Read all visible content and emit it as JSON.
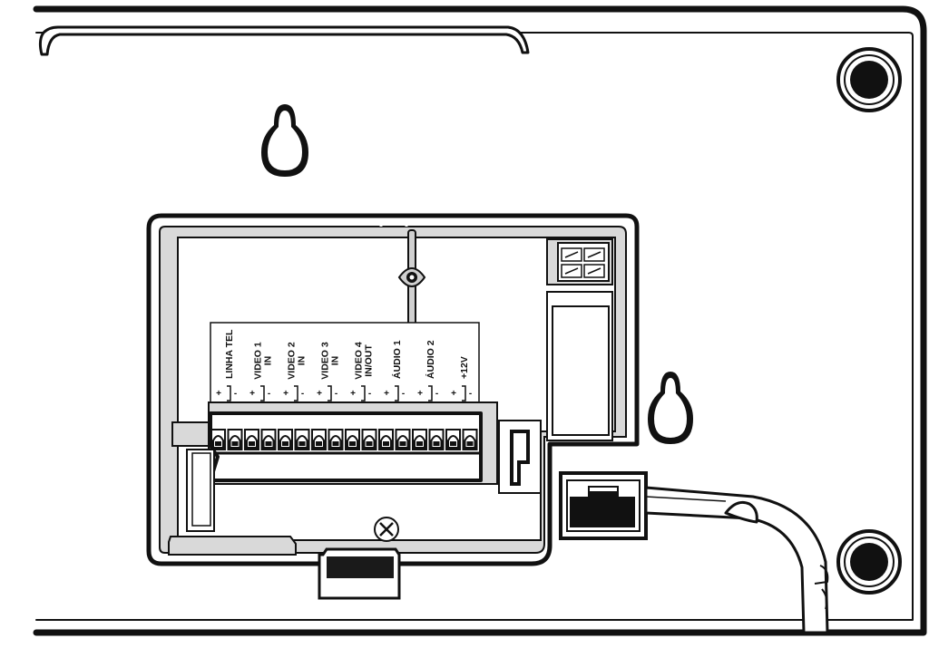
{
  "terminals": [
    {
      "label_lines": [
        "LINHA TEL"
      ]
    },
    {
      "label_lines": [
        "VIDEO 1",
        "IN"
      ]
    },
    {
      "label_lines": [
        "VIDEO 2",
        "IN"
      ]
    },
    {
      "label_lines": [
        "VIDEO 3",
        "IN"
      ]
    },
    {
      "label_lines": [
        "VIDEO 4",
        "IN/OUT"
      ]
    },
    {
      "label_lines": [
        "ÁUDIO 1"
      ]
    },
    {
      "label_lines": [
        "ÁUDIO 2"
      ]
    },
    {
      "label_lines": [
        "+12V"
      ]
    }
  ],
  "polarity": {
    "plus": "+",
    "minus": "-"
  },
  "colors": {
    "line": "#111111",
    "panel": "#ffffff",
    "shade": "#d9d9d9",
    "dark": "#1a1a1a"
  }
}
